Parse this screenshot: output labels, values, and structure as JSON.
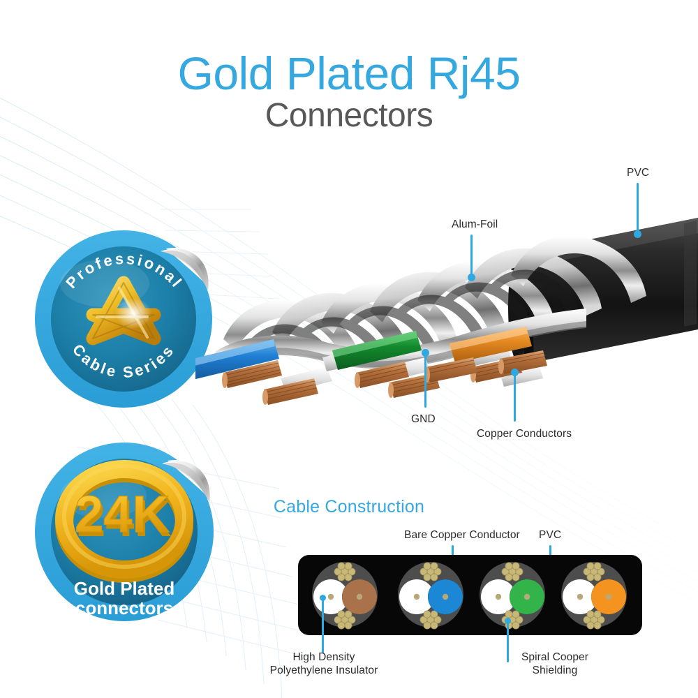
{
  "page": {
    "title_line1": "Gold Plated Rj45",
    "title_line2": "Connectors",
    "accent_blue": "#35A8E0",
    "leader_blue": "#2EA8E0",
    "title_sub_color": "#585858",
    "label_color": "#2b2b2b",
    "background": "#ffffff"
  },
  "badges": [
    {
      "name": "professional-cable-series",
      "top_text": "Professional",
      "bottom_text": "Cable Series",
      "emblem": "gold-star-knot-icon",
      "ring_color": "#32A8DF",
      "face_color": "#1B7FA8",
      "gold_color": "#E8B222"
    },
    {
      "name": "24k-gold-plated",
      "emblem_text": "24K",
      "caption_line1": "Gold Plated",
      "caption_line2": "connectors",
      "ring_color": "#32A8DF",
      "face_color": "#1B7FA8",
      "gold_color": "#F0B41E"
    }
  ],
  "cable_callouts": [
    {
      "name": "pvc",
      "label": "PVC"
    },
    {
      "name": "alum-foil",
      "label": "Alum-Foil"
    },
    {
      "name": "gnd",
      "label": "GND"
    },
    {
      "name": "copper-conductors",
      "label": "Copper Conductors"
    }
  ],
  "cable_construction": {
    "heading": "Cable Construction",
    "callouts": [
      {
        "name": "bare-copper-conductor",
        "label": "Bare Copper Conductor"
      },
      {
        "name": "pvc",
        "label": "PVC"
      },
      {
        "name": "high-density-polyethylene-insulator",
        "label_line1": "High Density",
        "label_line2": "Polyethylene Insulator"
      },
      {
        "name": "spiral-cooper-shielding",
        "label_line1": "Spiral Cooper",
        "label_line2": "Shielding"
      }
    ],
    "cross_sections": [
      {
        "name": "brown-pair",
        "pair_color": "#A9724A"
      },
      {
        "name": "blue-pair",
        "pair_color": "#1C87D4"
      },
      {
        "name": "green-pair",
        "pair_color": "#32B44A"
      },
      {
        "name": "orange-pair",
        "pair_color": "#F59320"
      }
    ],
    "strip_color": "#070707",
    "jacket_color": "#4D4D4D",
    "insulator_color": "#FFFFFF",
    "shield_strand_color": "#C8B878"
  },
  "cable_image": {
    "name": "cutaway-cat-cable",
    "jacket_color": "#1f1f1f",
    "foil_color": "#d8d8d8",
    "pairs": [
      {
        "name": "blue-pair",
        "color": "#1f7fd4"
      },
      {
        "name": "green-pair",
        "color": "#138a2e"
      },
      {
        "name": "orange-pair",
        "color": "#e58a22"
      }
    ],
    "copper_color": "#b5713d"
  }
}
